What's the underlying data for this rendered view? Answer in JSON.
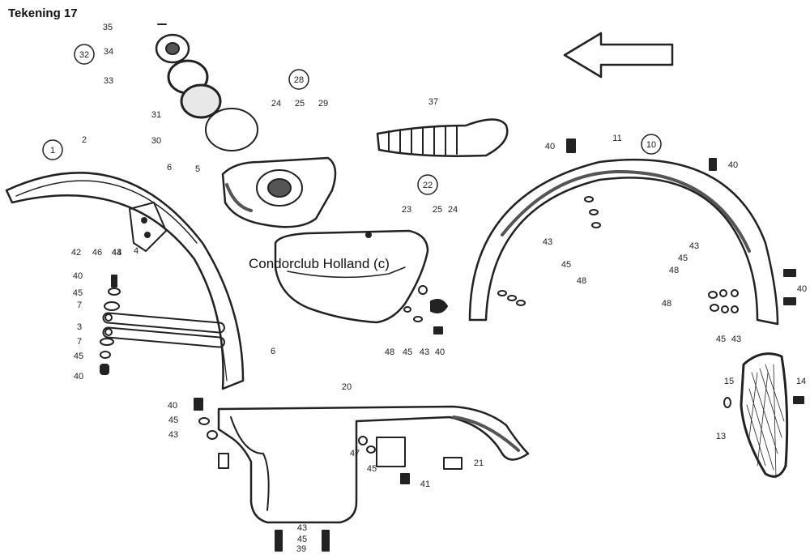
{
  "title": "Tekening 17",
  "watermark": "Condorclub Holland (c)",
  "part_numbers": [
    "1",
    "2",
    "3",
    "4",
    "5",
    "6",
    "6",
    "7",
    "7",
    "10",
    "11",
    "13",
    "14",
    "15",
    "20",
    "21",
    "22",
    "23",
    "24",
    "24",
    "25",
    "25",
    "28",
    "29",
    "30",
    "31",
    "32",
    "33",
    "34",
    "35",
    "37",
    "39",
    "40",
    "40",
    "40",
    "40",
    "40",
    "40",
    "40",
    "41",
    "42",
    "43",
    "43",
    "43",
    "43",
    "43",
    "43",
    "43",
    "44",
    "45",
    "45",
    "45",
    "45",
    "45",
    "45",
    "45",
    "45",
    "45",
    "46",
    "47",
    "48",
    "48",
    "48",
    "48"
  ],
  "colors": {
    "ink": "#222222",
    "paper": "#ffffff",
    "shade": "#555555"
  },
  "icons": {
    "direction": "arrow-left-icon"
  }
}
